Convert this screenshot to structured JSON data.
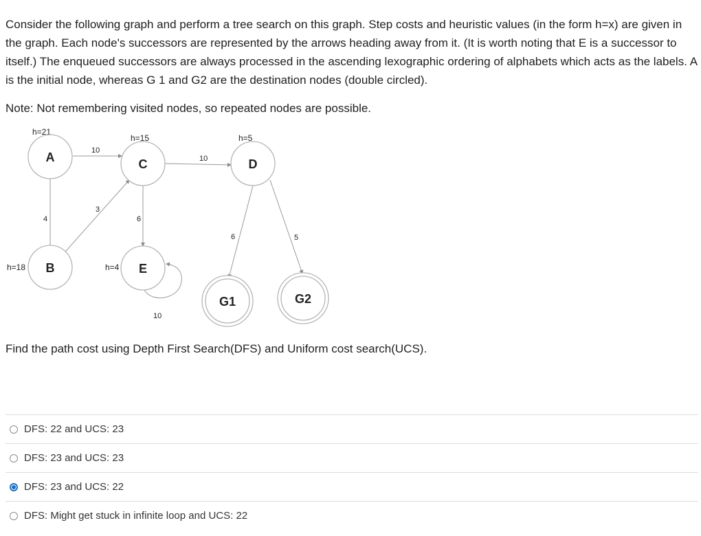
{
  "question": {
    "paragraph": "Consider the following graph and perform a tree search on this graph. Step costs and heuristic values (in the form h=x) are given in the graph. Each node's successors are represented by the arrows heading away from it. (It is worth noting that E is a successor to itself.) The enqueued successors are always processed in the ascending lexographic ordering of alphabets which acts as the labels. A is the initial node, whereas G 1 and G2 are the destination nodes (double circled).",
    "note": "Note: Not remembering visited nodes, so repeated nodes are possible.",
    "find": "Find the path cost using Depth First Search(DFS) and Uniform cost search(UCS)."
  },
  "graph": {
    "nodes": {
      "A": {
        "label": "A",
        "h": "h=21"
      },
      "B": {
        "label": "B",
        "h": "h=18"
      },
      "C": {
        "label": "C",
        "h": "h=15"
      },
      "D": {
        "label": "D",
        "h": "h=5"
      },
      "E": {
        "label": "E",
        "h": "h=4"
      },
      "G1": {
        "label": "G1"
      },
      "G2": {
        "label": "G2"
      }
    },
    "edges": {
      "A_C": {
        "from": "A",
        "to": "C",
        "cost": "10"
      },
      "A_B": {
        "from": "A",
        "to": "B",
        "cost": "4"
      },
      "B_C": {
        "from": "B",
        "to": "C",
        "cost": "3"
      },
      "C_D": {
        "from": "C",
        "to": "D",
        "cost": "10"
      },
      "C_E": {
        "from": "C",
        "to": "E",
        "cost": "6"
      },
      "E_E": {
        "from": "E",
        "to": "E",
        "cost": "10"
      },
      "D_G1": {
        "from": "D",
        "to": "G1",
        "cost": "6"
      },
      "D_G2": {
        "from": "D",
        "to": "G2",
        "cost": "5"
      }
    },
    "colors": {
      "node_stroke": "#b5b5b5",
      "edge": "#9a9a9a"
    }
  },
  "options": [
    {
      "label": "DFS: 22 and UCS: 23",
      "selected": false
    },
    {
      "label": "DFS: 23 and UCS: 23",
      "selected": false
    },
    {
      "label": "DFS: 23 and UCS: 22",
      "selected": true
    },
    {
      "label": "DFS: Might get stuck in infinite loop and UCS: 22",
      "selected": false
    }
  ]
}
